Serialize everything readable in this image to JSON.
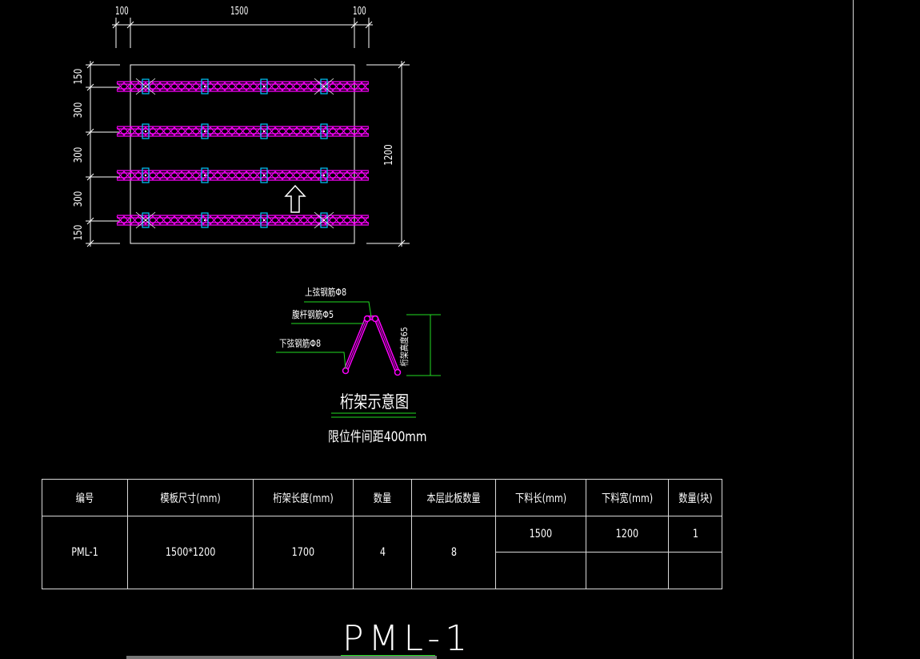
{
  "plan": {
    "dim_left": "100",
    "dim_mid": "1500",
    "dim_right": "100",
    "dims_vertical": [
      "150",
      "300",
      "300",
      "300",
      "150"
    ],
    "dim_total_height": "1200",
    "colors": {
      "truss": "#ff00ff",
      "clip": "#00c8ff",
      "lines": "#ffffff",
      "leader": "#22dd22"
    }
  },
  "truss": {
    "top_chord": "上弦钢筋Φ8",
    "web_member": "腹杆钢筋Φ5",
    "bottom_chord": "下弦钢筋Φ8",
    "height_label": "桁架高度65",
    "title": "桁架示意图",
    "spacing_note": "限位件间距400mm"
  },
  "schedule": {
    "headers": [
      "编号",
      "模板尺寸(mm)",
      "桁架长度(mm)",
      "数量",
      "本层此板数量",
      "下料长(mm)",
      "下料宽(mm)",
      "数量(块)"
    ],
    "row": {
      "id": "PML-1",
      "size": "1500*1200",
      "truss_length": "1700",
      "qty": "4",
      "floor_qty": "8",
      "cut_length": "1500",
      "cut_width": "1200",
      "pieces": "1"
    }
  },
  "panel_title": "PML-1"
}
